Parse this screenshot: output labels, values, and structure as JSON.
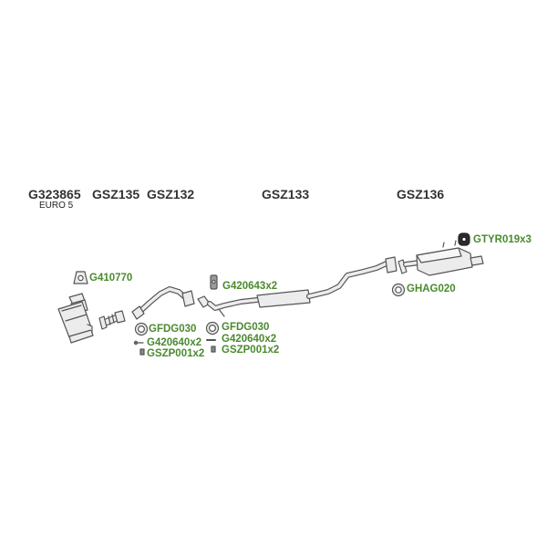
{
  "colors": {
    "part_number": "#333333",
    "accessory": "#4a8a2e",
    "line": "#555555",
    "fill": "#ececec"
  },
  "main_parts": [
    {
      "id": "G323865",
      "note": "EURO 5"
    },
    {
      "id": "GSZ135"
    },
    {
      "id": "GSZ132"
    },
    {
      "id": "GSZ133"
    },
    {
      "id": "GSZ136"
    }
  ],
  "accessories": [
    "G410770",
    "G420643x2",
    "GTYR019x3",
    "GHAG020",
    "GFDG030",
    "G420640x2",
    "GSZP001x2",
    "GFDG030",
    "G420640x2",
    "GSZP001x2"
  ]
}
